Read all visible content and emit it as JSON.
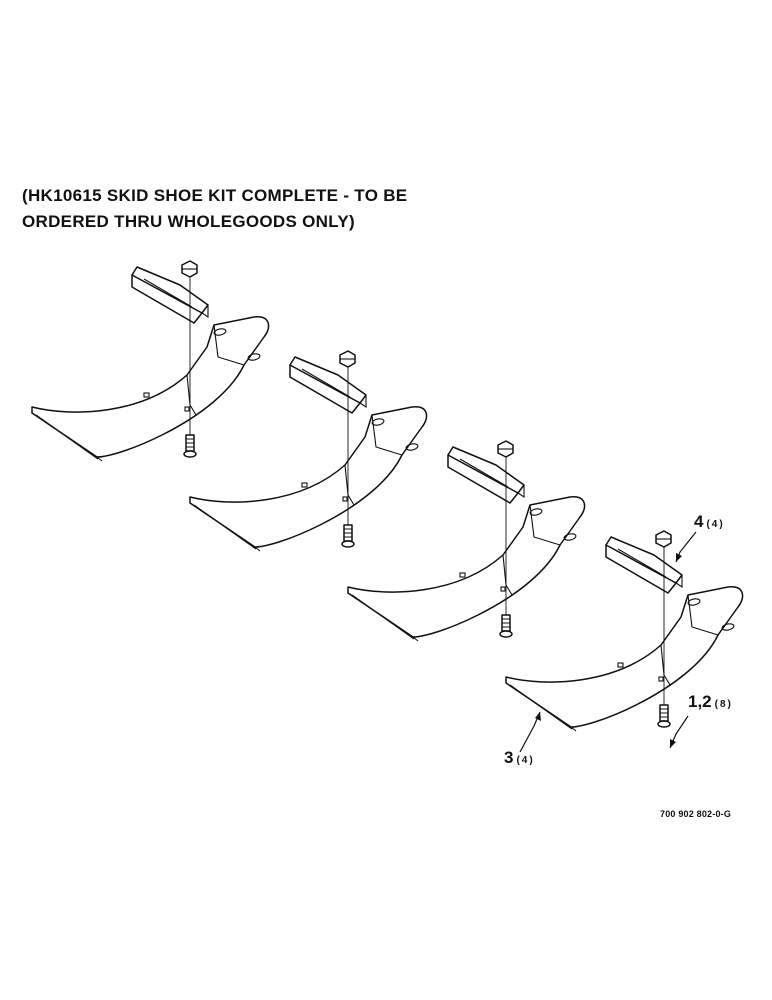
{
  "title": {
    "line1": "(HK10615 SKID SHOE KIT COMPLETE - TO BE",
    "line2": "ORDERED THRU WHOLEGOODS ONLY)"
  },
  "callouts": [
    {
      "number": "4",
      "qty": "(4)"
    },
    {
      "number": "1,2",
      "qty": "(8)"
    },
    {
      "number": "3",
      "qty": "(4)"
    }
  ],
  "drawing_number": "700 902 802-0-G",
  "assembly_count": 4
}
